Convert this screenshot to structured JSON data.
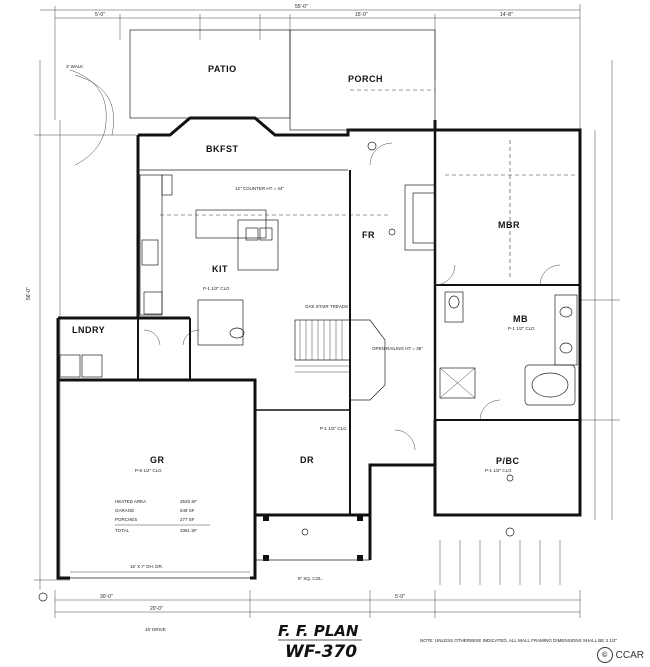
{
  "plan": {
    "title": "F. F. PLAN",
    "model": "WF-370",
    "note": "NOTE: UNLESS OTHERWISE INDICATED, ALL WALL FRAMING DIMENSIONS SHALL BE 3 1/2\""
  },
  "rooms": {
    "patio": "PATIO",
    "porch": "PORCH",
    "bkfst": "BKFST",
    "kit": "KIT",
    "fr": "FR",
    "mbr": "MBR",
    "mb": "MB",
    "lndry": "LNDRY",
    "gr": "GR",
    "dr": "DR",
    "pbc": "P/BC"
  },
  "areas": {
    "heated_label": "HEATED AREA",
    "heated_value": "2525 SF",
    "garage_label": "GARAGE",
    "garage_value": "549 SF",
    "porches_label": "PORCHES",
    "porches_value": "277 SF",
    "total_label": "TOTAL",
    "total_value": "3351 SF"
  },
  "labels": {
    "walk": "3' WALK",
    "counter": "12\" COUNTER HT = 44\"",
    "stair": "OAK STAIR TREADS",
    "railing": "OPEN RAILING HT = 36\"",
    "garage_door": "16' X 7' OH. DR.",
    "drive": "16' DRIVE",
    "col": "8\" SQ. COL.",
    "plate_kit": "P-1 1/2\" CLG",
    "plate_gr": "P-8 1/2\" CLG",
    "plate_dr": "P-1 1/2\" CLG",
    "plate_mb": "P-1 1/2\" CLG",
    "plate_pbc": "P-1 1/2\" CLG"
  },
  "dims": {
    "overall_w": "55'-0\"",
    "overall_d": "56'-0\"",
    "top_1": "5'-0\"",
    "top_2": "15'-0\"",
    "top_3": "14'-8\"",
    "bot_1": "30'-0\"",
    "bot_2": "20'-0\"",
    "bot_3": "5'-0\""
  }
}
